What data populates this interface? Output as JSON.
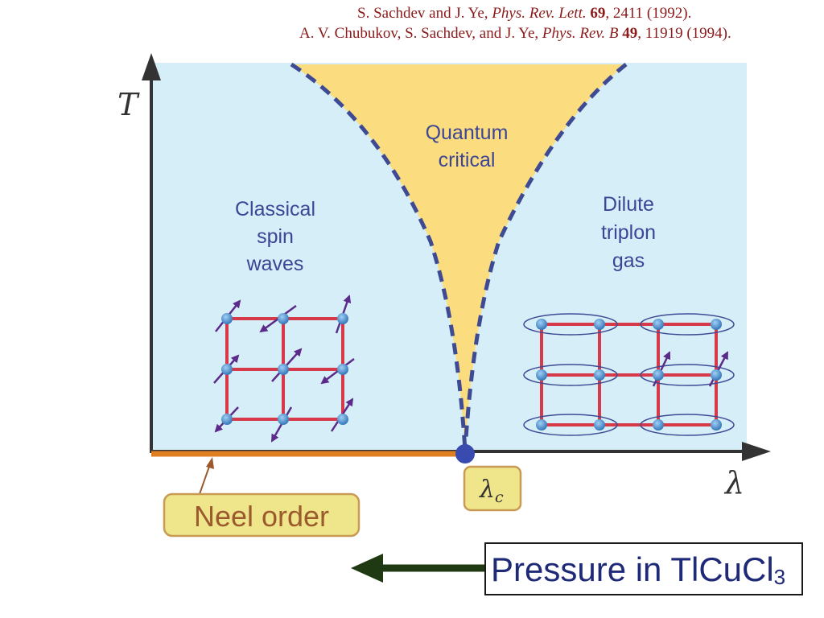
{
  "references": {
    "ref1": {
      "authors": "S. Sachdev and J. Ye, ",
      "journal": "Phys. Rev. Lett.",
      "volume": "69",
      "rest": ", 2411 (1992)."
    },
    "ref2": {
      "authors": "A. V. Chubukov, S. Sachdev, and J. Ye, ",
      "journal": "Phys. Rev. B",
      "volume": "49",
      "rest": ", 11919 (1994)."
    }
  },
  "axes": {
    "y_label": "T",
    "x_label": "λ"
  },
  "regions": {
    "quantum_critical": [
      "Quantum",
      "critical"
    ],
    "classical": [
      "Classical",
      "spin",
      "waves"
    ],
    "dilute": [
      "Dilute",
      "triplon",
      "gas"
    ]
  },
  "neel_label": "Neel order",
  "critical_point_label": "λ",
  "critical_point_subscript": "c",
  "pressure": {
    "text": "Pressure in TlCuCl",
    "subscript": "3"
  },
  "colors": {
    "background_region": "#d6eef7",
    "quantum_critical_fill": "#fbdc7e",
    "crossover_dash": "#3e4b94",
    "neel_line": "#e07e22",
    "critical_point": "#3a4bb0",
    "lattice_bond": "#d63a4a",
    "spin_arrow": "#5b2a8a",
    "arrow_dark": "#1f3a12"
  }
}
